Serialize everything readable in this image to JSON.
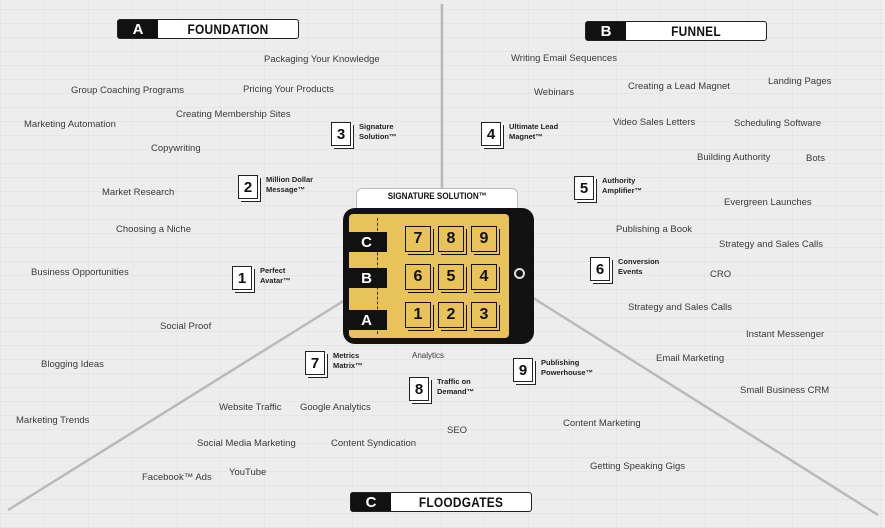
{
  "sections": {
    "foundation": {
      "letter": "A",
      "title": "FOUNDATION"
    },
    "funnel": {
      "letter": "B",
      "title": "FUNNEL"
    },
    "floodgates": {
      "letter": "C",
      "title": "FLOODGATES"
    }
  },
  "device": {
    "title": "SIGNATURE SOLUTION™",
    "rows": [
      "C",
      "B",
      "A"
    ],
    "keys": [
      [
        "7",
        "8",
        "9"
      ],
      [
        "6",
        "5",
        "4"
      ],
      [
        "1",
        "2",
        "3"
      ]
    ]
  },
  "steps": [
    {
      "num": "1",
      "label": "Perfect\nAvatar™"
    },
    {
      "num": "2",
      "label": "Million Dollar\nMessage™"
    },
    {
      "num": "3",
      "label": "Signature\nSolution™"
    },
    {
      "num": "4",
      "label": "Ultimate Lead\nMagnet™"
    },
    {
      "num": "5",
      "label": "Authority\nAmplifier™"
    },
    {
      "num": "6",
      "label": "Conversion\nEvents"
    },
    {
      "num": "7",
      "label": "Metrics\nMatrix™"
    },
    {
      "num": "8",
      "label": "Traffic on\nDemand™"
    },
    {
      "num": "9",
      "label": "Publishing\nPowerhouse™"
    }
  ],
  "topics": {
    "foundation": [
      "Packaging Your Knowledge",
      "Group Coaching Programs",
      "Pricing Your Products",
      "Creating Membership Sites",
      "Marketing Automation",
      "Copywriting",
      "Market Research",
      "Choosing a Niche",
      "Business Opportunities",
      "Social Proof",
      "Blogging Ideas"
    ],
    "funnel": [
      "Writing Email Sequences",
      "Webinars",
      "Creating a Lead Magnet",
      "Landing Pages",
      "Video Sales Letters",
      "Scheduling Software",
      "Building Authority",
      "Bots",
      "Evergreen Launches",
      "Publishing a Book",
      "Strategy and Sales Calls",
      "CRO",
      "Strategy and Sales Calls",
      "Instant Messenger",
      "Email Marketing",
      "Small Business CRM"
    ],
    "floodgates": [
      "Analytics",
      "Marketing Trends",
      "Website Traffic",
      "Google Analytics",
      "SEO",
      "Social Media Marketing",
      "Content Syndication",
      "Content Marketing",
      "Facebook™ Ads",
      "YouTube",
      "Getting Speaking Gigs"
    ]
  }
}
